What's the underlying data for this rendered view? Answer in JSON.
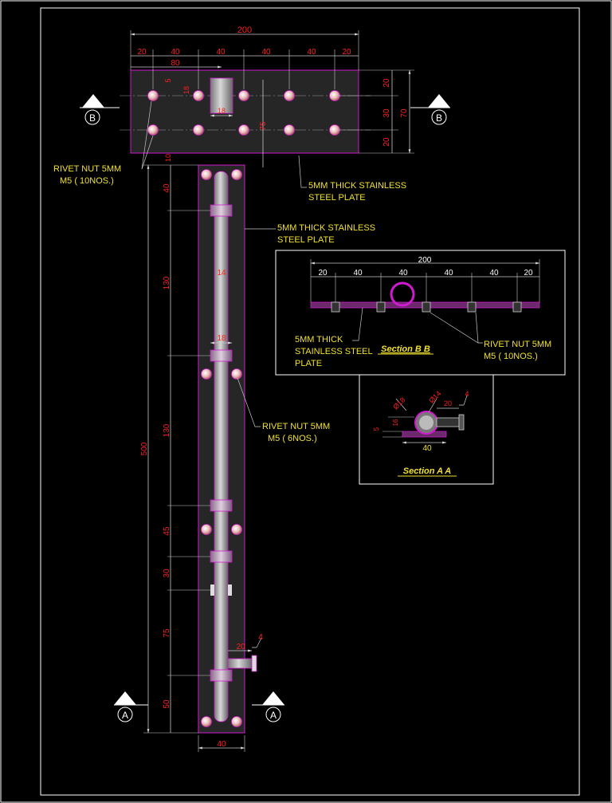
{
  "plan_dims": {
    "overall_width": "200",
    "seg_20a": "20",
    "seg_40a": "40",
    "seg_40b": "40",
    "seg_40c": "40",
    "seg_40d": "40",
    "seg_20b": "20",
    "dim_80": "80",
    "dim_5": "5",
    "dim_18_v": "18",
    "dim_18_h": "18",
    "dim_75": "75",
    "dim_10": "10",
    "right_20a": "20",
    "right_30": "30",
    "right_20b": "20",
    "right_70": "70"
  },
  "rod_dims": {
    "d40": "40",
    "d130a": "130",
    "d130b": "130",
    "d45": "45",
    "d30": "30",
    "d75": "75",
    "d50": "50",
    "d500": "500",
    "d14": "14",
    "d18": "18",
    "d20": "20",
    "d4": "4",
    "bottom_40": "40"
  },
  "labels": {
    "rivet_10_line1": "RIVET NUT 5MM",
    "rivet_10_line2": "M5  ( 10NOS.)",
    "plate_top_line1": "5MM THICK STAINLESS",
    "plate_top_line2": "STEEL PLATE",
    "plate_rod_line1": "5MM THICK STAINLESS",
    "plate_rod_line2": "STEEL PLATE",
    "rivet_6_line1": "RIVET NUT 5MM",
    "rivet_6_line2": "M5  ( 6NOS.)"
  },
  "section_b": {
    "title": "Section B  B",
    "overall": "200",
    "s1": "20",
    "s2": "40",
    "s3": "40",
    "s4": "40",
    "s5": "40",
    "s6": "20",
    "plate_line1": "5MM THICK",
    "plate_line2": "STAINLESS STEEL",
    "plate_line3": "PLATE",
    "rivet_line1": "RIVET NUT 5MM",
    "rivet_line2": "M5  ( 10NOS.)"
  },
  "section_a": {
    "title": "Section A  A",
    "d18": "Ø18",
    "d14": "Ø14",
    "d20": "20",
    "d4": "4",
    "d16": "16",
    "d5": "5",
    "d40": "40"
  },
  "markers": {
    "b_left": "B",
    "b_right": "B",
    "a_left": "A",
    "a_right": "A"
  },
  "colors": {
    "dimension_text": "#ff2020",
    "label_text": "#f0e030",
    "plate_outline": "#d01ad0",
    "background": "#000000"
  }
}
